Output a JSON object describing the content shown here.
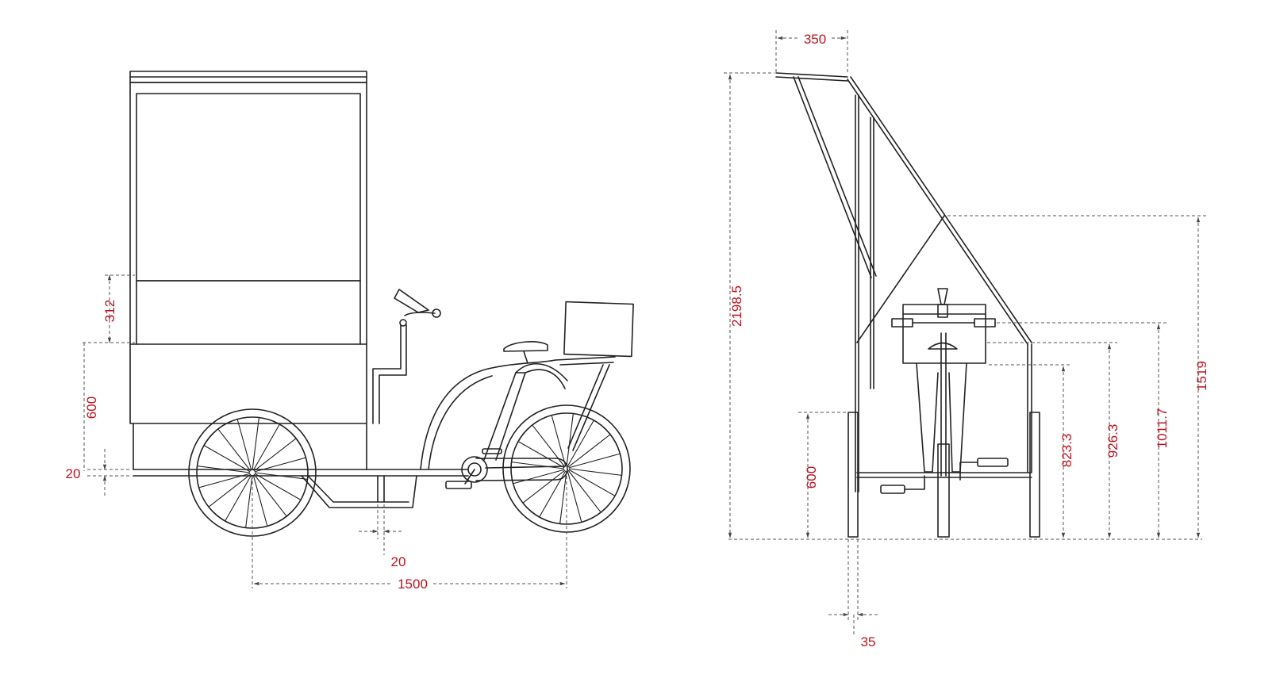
{
  "dimensions": {
    "side": {
      "d312": "312",
      "d600": "600",
      "d20_left": "20",
      "d20_bottom": "20",
      "d1500": "1500"
    },
    "front": {
      "d350": "350",
      "d2198": "2198.5",
      "d600": "600",
      "d35": "35",
      "d823": "823.3",
      "d926": "926.3",
      "d1011": "1011.7",
      "d1519": "1519"
    }
  },
  "colors": {
    "dimension_text": "#c0111f",
    "line": "#222222",
    "dimension_line": "#555555"
  }
}
